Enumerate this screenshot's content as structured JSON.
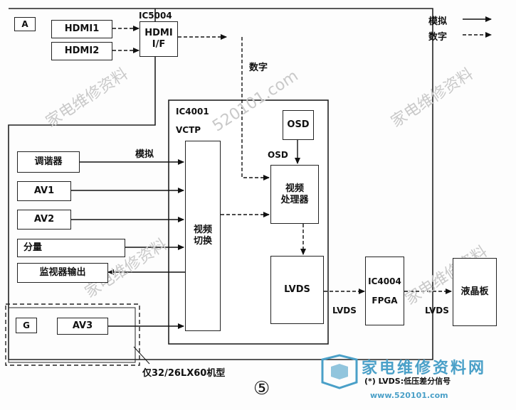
{
  "section_labels": {
    "a": "A",
    "g": "G"
  },
  "inputs": {
    "hdmi1": "HDMI1",
    "hdmi2": "HDMI2",
    "tuner": "调谐器",
    "av1": "AV1",
    "av2": "AV2",
    "component": "分量",
    "monitor_out": "监视器输出",
    "av3": "AV3"
  },
  "chips": {
    "ic5004": {
      "id": "IC5004",
      "line1": "HDMI",
      "line2": "I/F"
    },
    "ic4001": {
      "id": "IC4001",
      "name": "VCTP"
    },
    "video_switch": {
      "line1": "视频",
      "line2": "切换"
    },
    "osd": "OSD",
    "video_processor": {
      "line1": "视频",
      "line2": "处理器"
    },
    "lvds": "LVDS",
    "ic4004": {
      "id": "IC4004",
      "name": "FPGA"
    },
    "lcd_panel": "液晶板"
  },
  "signal_labels": {
    "digital": "数字",
    "analog": "模拟",
    "osd": "OSD",
    "lvds_a": "LVDS",
    "lvds_b": "LVDS"
  },
  "legend": {
    "analog": "模拟",
    "digital": "数字"
  },
  "notes": {
    "model_only": "仅32/26LX60机型",
    "lvds_note": "(*) LVDS:低压差分信号",
    "figure_number": "⑤"
  },
  "watermarks": [
    "家电维修资料",
    "520101.com",
    "家电维修资料网",
    "www.520101.com"
  ]
}
